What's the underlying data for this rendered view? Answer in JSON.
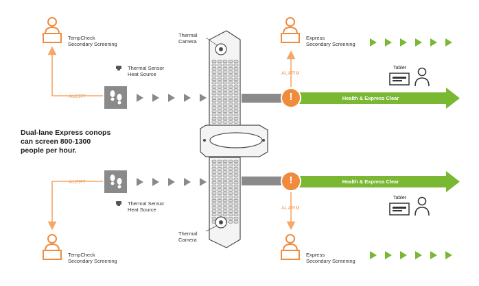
{
  "headline": {
    "line1": "Dual-lane Express conops",
    "line2": "can screen 800-1300",
    "line3": "people per hour."
  },
  "camera": {
    "line1": "Thermal",
    "line2": "Camera"
  },
  "tempcheck": {
    "line1": "TempCheck",
    "line2": "Secondary Screening"
  },
  "sensor": {
    "line1": "Thermal Sensor",
    "line2": "Heat Source"
  },
  "express": {
    "line1": "Express",
    "line2": "Secondary Screening"
  },
  "alert_label": "ALERT",
  "alarm_label": "ALARM",
  "alarm_symbol": "!",
  "clear_label": "Health & Express Clear",
  "tablet_label": "Tablet",
  "colors": {
    "orange": "#f08a3c",
    "orange_light": "#f5b889",
    "green": "#7ab833",
    "gray_arrow": "#8a8a8a",
    "dark": "#222222"
  },
  "icons": [
    "person-at-desk-icon",
    "footprints-icon",
    "thermal-sensor-icon",
    "alarm-icon",
    "tablet-icon",
    "user-icon",
    "thermal-camera-icon",
    "walkthrough-gate-icon"
  ]
}
